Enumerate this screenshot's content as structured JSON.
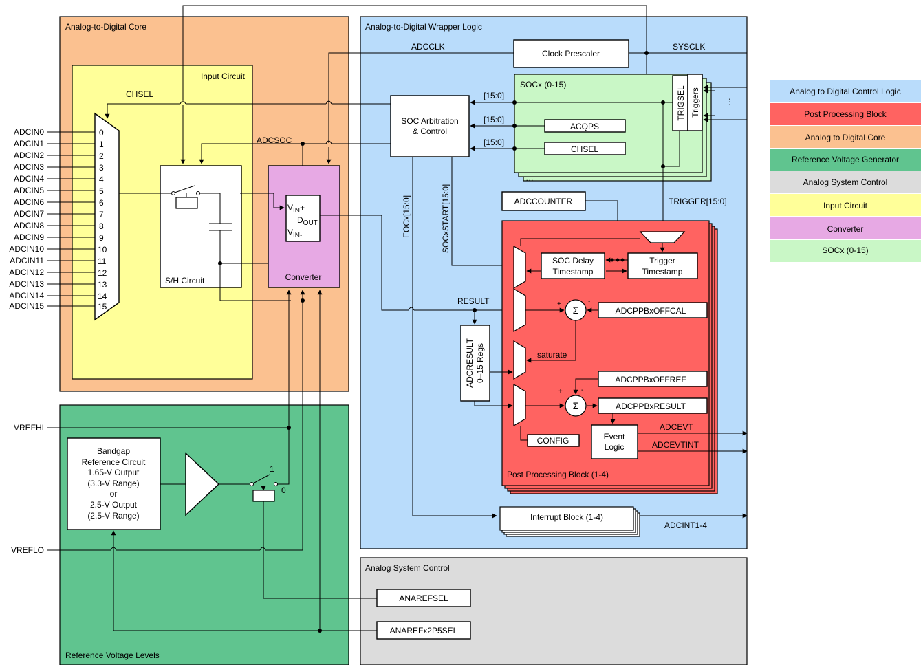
{
  "colors": {
    "wrapper": "#B9DCFB",
    "post": "#FF6361",
    "core": "#FBC190",
    "refgen": "#60C48F",
    "system": "#DCDCDC",
    "input": "#FFFF99",
    "converter": "#E7A9E4",
    "soc": "#C9F7C6"
  },
  "regions": {
    "core": "Analog-to-Digital Core",
    "wrapper": "Analog-to-Digital Wrapper Logic",
    "input": "Input Circuit",
    "refgen": "Reference Voltage Levels",
    "system": "Analog System Control",
    "post": "Post Processing Block (1-4)",
    "soc": "SOCx (0-15)"
  },
  "blocks": {
    "clock_prescaler": "Clock Prescaler",
    "soc_arb_1": "SOC Arbitration",
    "soc_arb_2": "& Control",
    "acqps": "ACQPS",
    "chsel_reg": "CHSEL",
    "trigsel": "TRIGSEL",
    "triggers": "Triggers",
    "adccounter": "ADCCOUNTER",
    "soc_delay_1": "SOC Delay",
    "soc_delay_2": "Timestamp",
    "trigger_ts_1": "Trigger",
    "trigger_ts_2": "Timestamp",
    "offcal": "ADCPPBxOFFCAL",
    "offref": "ADCPPBxOFFREF",
    "ppbresult": "ADCPPBxRESULT",
    "config": "CONFIG",
    "event_1": "Event",
    "event_2": "Logic",
    "adcresult_1": "ADCRESULT",
    "adcresult_2": "0–15 Regs",
    "interrupt": "Interrupt Block (1-4)",
    "sh": "S/H Circuit",
    "converter": "Converter",
    "bandgap": [
      "Bandgap",
      "Reference Circuit",
      "1.65-V Output",
      "(3.3-V Range)",
      "or",
      "2.5-V Output",
      "(2.5-V Range)"
    ],
    "anarefsel": "ANAREFSEL",
    "anarefx2p5sel": "ANAREFx2P5SEL"
  },
  "converter_pins": {
    "vin_plus_main": "V",
    "vin_plus_sub": "IN",
    "vin_plus_sign": "+",
    "dout_main": "D",
    "dout_sub": "OUT",
    "vin_minus_main": "V",
    "vin_minus_sub": "IN-"
  },
  "signals": {
    "adcclk": "ADCCLK",
    "sysclk": "SYSCLK",
    "chsel": "CHSEL",
    "adcsoc": "ADCSOC",
    "bus_1": "[15:0]",
    "bus_2": "[15:0]",
    "bus_3": "[15:0]",
    "eocx": "EOCx[15:0]",
    "socxstart": "SOCxSTART[15:0]",
    "trigger": "TRIGGER[15:0]",
    "result": "RESULT",
    "saturate": "saturate",
    "adcevt": "ADCEVT",
    "adcevtint": "ADCEVTINT",
    "adcint": "ADCINT1-4",
    "vrefhi": "VREFHI",
    "vreflo": "VREFLO",
    "switch_1": "1",
    "switch_0": "0",
    "sum_symbol": "Σ",
    "plus_1": "+",
    "minus_1": "-",
    "plus_2": "+",
    "minus_2": "-",
    "vdots": "⋮",
    "hdots": "…"
  },
  "adc_inputs": [
    "ADCIN0",
    "ADCIN1",
    "ADCIN2",
    "ADCIN3",
    "ADCIN4",
    "ADCIN5",
    "ADCIN6",
    "ADCIN7",
    "ADCIN8",
    "ADCIN9",
    "ADCIN10",
    "ADCIN11",
    "ADCIN12",
    "ADCIN13",
    "ADCIN14",
    "ADCIN15"
  ],
  "mux_numbers": [
    "0",
    "1",
    "2",
    "3",
    "4",
    "5",
    "6",
    "7",
    "8",
    "9",
    "10",
    "11",
    "12",
    "13",
    "14",
    "15"
  ],
  "legend": [
    {
      "label": "Analog to Digital Control Logic",
      "color": "#B9DCFB"
    },
    {
      "label": "Post Processing Block",
      "color": "#FF6361"
    },
    {
      "label": "Analog to Digital Core",
      "color": "#FBC190"
    },
    {
      "label": "Reference Voltage Generator",
      "color": "#60C48F"
    },
    {
      "label": "Analog System Control",
      "color": "#DCDCDC"
    },
    {
      "label": "Input Circuit",
      "color": "#FFFF99"
    },
    {
      "label": "Converter",
      "color": "#E7A9E4"
    },
    {
      "label": "SOCx (0-15)",
      "color": "#C9F7C6"
    }
  ]
}
